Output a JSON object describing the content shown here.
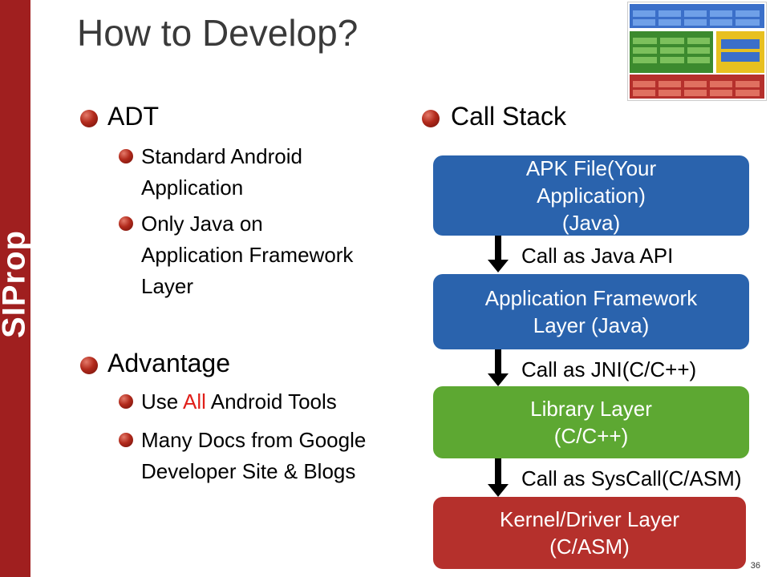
{
  "brand": "SIProp",
  "title": "How to Develop?",
  "left": {
    "adt_heading": "ADT",
    "adt_items": [
      "Standard Android",
      "Application",
      "Only Java on",
      "Application Framework",
      "Layer"
    ],
    "advantage_heading": "Advantage",
    "adv_item1_pre": "Use ",
    "adv_item1_highlight": "All",
    "adv_item1_post": " Android Tools",
    "adv_item2_line1": "Many Docs from Google",
    "adv_item2_line2": "Developer Site & Blogs"
  },
  "right": {
    "heading": "Call Stack",
    "boxes": [
      {
        "lines": [
          "APK File(Your",
          "Application)",
          "(Java)"
        ]
      },
      {
        "lines": [
          "Application Framework",
          "Layer (Java)"
        ]
      },
      {
        "lines": [
          "Library Layer",
          "(C/C++)"
        ]
      },
      {
        "lines": [
          "Kernel/Driver Layer",
          "(C/ASM)"
        ]
      }
    ],
    "calls": [
      "Call as Java API",
      "Call as JNI(C/C++)",
      "Call as SysCall(C/ASM)"
    ]
  },
  "page_number": "36",
  "colors": {
    "sidebar": "#a01f1f",
    "apk_box": "#2a63ad",
    "framework_box": "#2a63ad",
    "library_box": "#5da832",
    "kernel_box": "#b5302c",
    "highlight": "#e0201a"
  }
}
